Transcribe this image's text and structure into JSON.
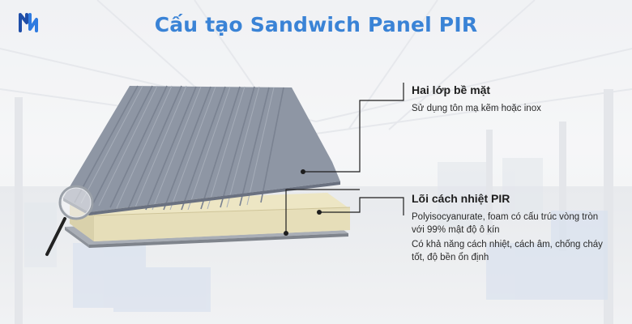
{
  "title": "Cấu tạo Sandwich Panel PIR",
  "layers": [
    {
      "heading": "Hai lớp bề mặt",
      "description": "Sử dụng tôn mạ kẽm hoặc inox"
    },
    {
      "heading": "Lõi cách nhiệt PIR",
      "description_1": "Polyisocyanurate, foam có cấu trúc vòng tròn với 99% mật độ ô kín",
      "description_2": "Có khả năng cách nhiệt, cách âm, chống cháy tốt, độ bền ổn định"
    }
  ],
  "colors": {
    "title": "#3a83d6",
    "panel_top": "#8e96a4",
    "foam": "#ebe4c2",
    "accent": "#1e1e1e"
  },
  "icons": [
    "logo-icon",
    "magnifier-icon"
  ]
}
